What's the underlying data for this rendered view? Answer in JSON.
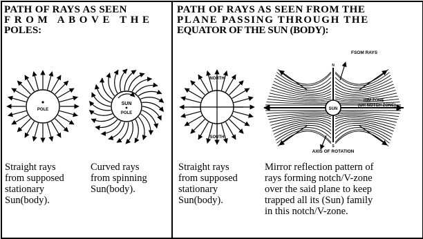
{
  "left_panel": {
    "heading_lines": [
      "PATH OF RAYS AS SEEN",
      "FROM ABOVE THE",
      "POLES:"
    ],
    "fig1": {
      "label": "POLE"
    },
    "fig2": {
      "label_top": "SUN",
      "label_bottom": "POLE"
    },
    "caption1_lines": [
      "Straight rays",
      "from supposed",
      "stationary",
      "Sun(body)."
    ],
    "caption2_lines": [
      "Curved rays",
      "from spinning",
      "Sun(body)."
    ]
  },
  "right_panel": {
    "heading_lines": [
      "PATH OF RAYS AS SEEN FROM THE",
      "PLANE PASSING THROUGH THE",
      "EQUATOR OF THE SUN (BODY):"
    ],
    "fig3": {
      "north": "NORTH",
      "south": "SOUTH"
    },
    "fig4": {
      "n": "N",
      "s": "S",
      "sun": "SUN",
      "rays_label": "FSOM RAYS",
      "rim_zone": "RIM ZONE",
      "notch_zone": "(OR NOTCH ZONE)",
      "axis_label": "AXIS OF ROTATION"
    },
    "caption3_lines": [
      "Straight rays",
      "from supposed",
      "stationary",
      "Sun(body)."
    ],
    "caption4_lines": [
      "Mirror reflection pattern of",
      "rays forming notch/V-zone",
      "over the said plane to keep",
      "trapped all its (Sun) family",
      "in this notch/V-zone."
    ]
  }
}
